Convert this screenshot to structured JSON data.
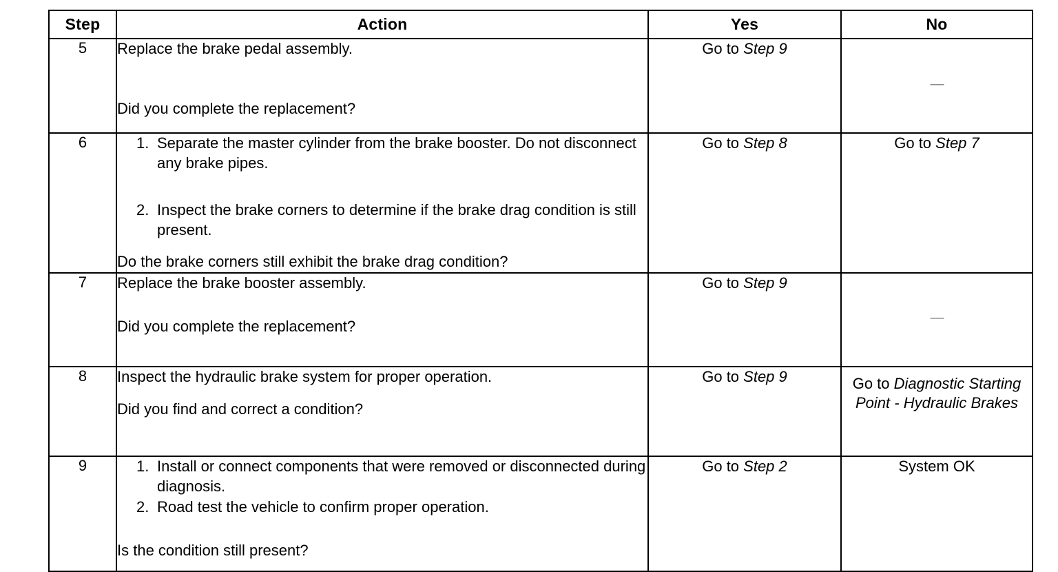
{
  "table": {
    "columns": [
      {
        "key": "step",
        "label": "Step"
      },
      {
        "key": "action",
        "label": "Action"
      },
      {
        "key": "yes",
        "label": "Yes"
      },
      {
        "key": "no",
        "label": "No"
      }
    ],
    "rows": [
      {
        "step": "5",
        "action": {
          "lead": "Replace the brake pedal assembly.",
          "question": "Did you complete the replacement?",
          "list": []
        },
        "yes": {
          "prefix": "Go to ",
          "target": "Step 9"
        },
        "no": {
          "dash": "—"
        }
      },
      {
        "step": "6",
        "action": {
          "lead": "",
          "list": [
            {
              "num": "1.",
              "text": "Separate the master cylinder from the brake booster. Do not disconnect any brake pipes."
            },
            {
              "num": "2.",
              "text": "Inspect the brake corners to determine if the brake drag condition is still present."
            }
          ],
          "question": "Do the brake corners still exhibit the brake drag condition?"
        },
        "yes": {
          "prefix": "Go to ",
          "target": "Step 8"
        },
        "no": {
          "prefix": "Go to ",
          "target": "Step 7"
        }
      },
      {
        "step": "7",
        "action": {
          "lead": "Replace the brake booster assembly.",
          "question": "Did you complete the replacement?",
          "list": []
        },
        "yes": {
          "prefix": "Go to ",
          "target": "Step 9"
        },
        "no": {
          "dash": "—"
        }
      },
      {
        "step": "8",
        "action": {
          "lead": "Inspect the hydraulic brake system for proper operation.",
          "question": "Did you find and correct a condition?",
          "list": []
        },
        "yes": {
          "prefix": "Go to ",
          "target": "Step 9"
        },
        "no": {
          "prefix": "Go to ",
          "target": "Diagnostic Starting Point - Hydraulic Brakes"
        }
      },
      {
        "step": "9",
        "action": {
          "lead": "",
          "list": [
            {
              "num": "1.",
              "text": "Install or connect components that were removed or disconnected during diagnosis."
            },
            {
              "num": "2.",
              "text": "Road test the vehicle to confirm proper operation."
            }
          ],
          "question": "Is the condition still present?"
        },
        "yes": {
          "prefix": "Go to ",
          "target": "Step 2"
        },
        "no": {
          "plain": "System OK"
        }
      }
    ]
  }
}
